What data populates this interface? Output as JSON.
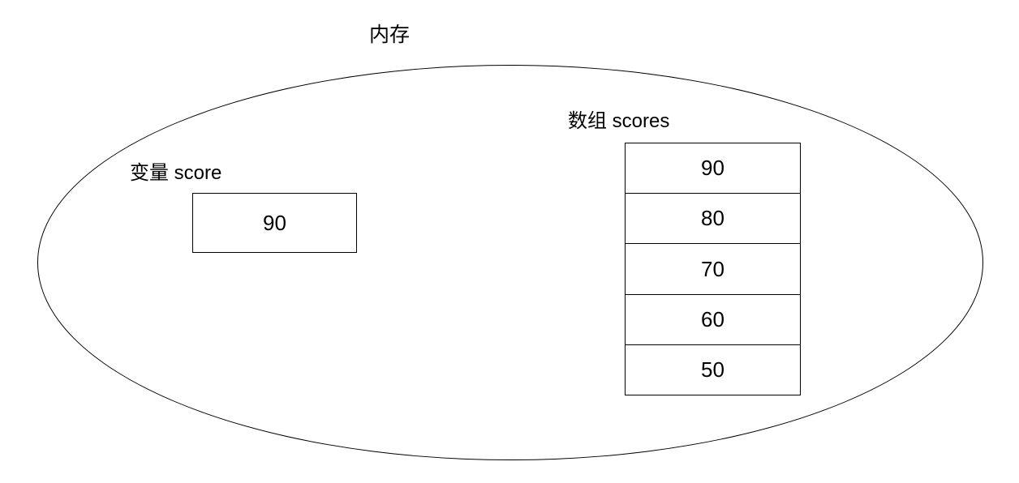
{
  "diagram": {
    "title": "内存",
    "variable": {
      "label": "变量 score",
      "value": "90"
    },
    "array": {
      "label": "数组 scores",
      "cells": [
        "90",
        "80",
        "70",
        "60",
        "50"
      ]
    }
  }
}
